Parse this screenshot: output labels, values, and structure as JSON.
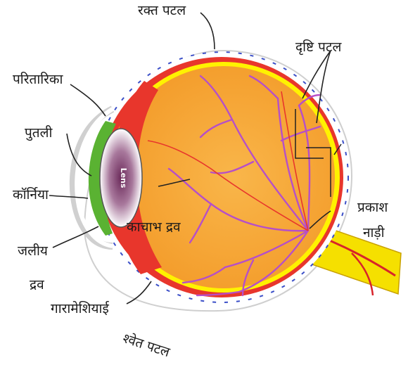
{
  "labels": {
    "choroid": "रक्त पटल",
    "retina": "दृष्टि पटल",
    "iris": "परितारिका",
    "pupil": "पुतली",
    "cornea": "कॉर्निया",
    "aqueous_line1": "जलीय",
    "aqueous_line2": "द्रव",
    "vitreous": "काचाभ द्रव",
    "optic_line1": "प्रकाश",
    "optic_line2": "नाड़ी",
    "ciliary": "गारामेशियाई",
    "sclera": "श्वेत पटल",
    "lens": "Lens"
  },
  "colors": {
    "eyeball": "#f5a030",
    "eyeball_inner": "#f9b64a",
    "choroid": "#e8362c",
    "retina": "#fff200",
    "vessels": "#b64fc8",
    "iris": "#5ab232",
    "lens": "#ffffff",
    "nerve": "#f5e000",
    "nerve_vessel": "#d8232a",
    "sclera_edge": "#3b4fc8"
  }
}
